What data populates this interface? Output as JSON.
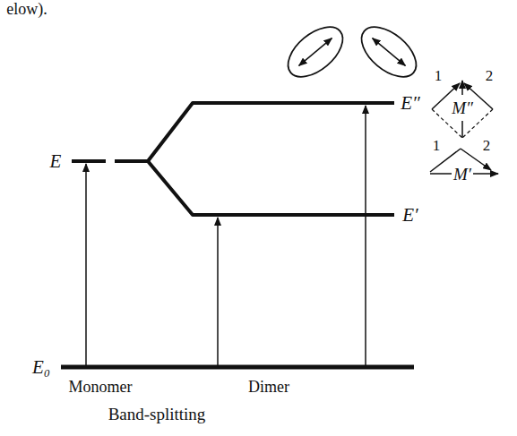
{
  "diagram": {
    "caption": "Band-splitting",
    "labels": [
      "elow).",
      "E",
      "E″",
      "E′",
      "E₀",
      "Monomer",
      "Dimer",
      "1",
      "2",
      "M″",
      "1",
      "2",
      "M′"
    ]
  }
}
